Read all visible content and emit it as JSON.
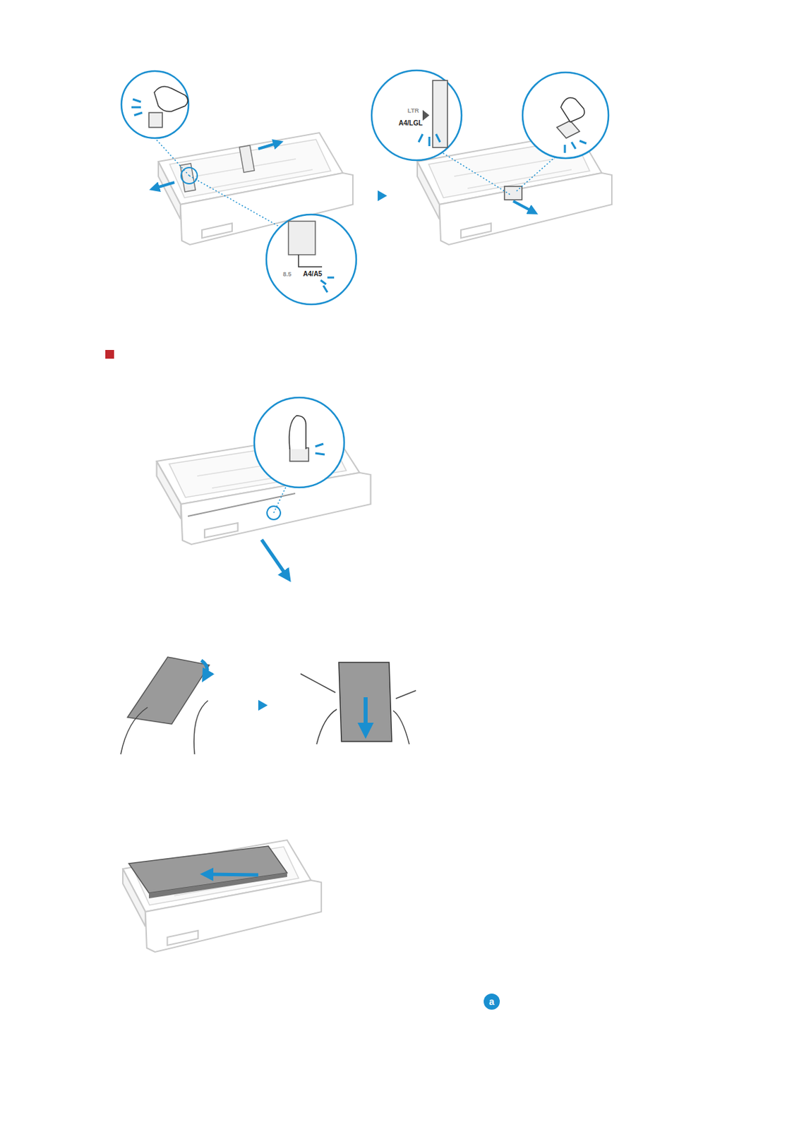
{
  "diagram": {
    "labels": [
      "LTR",
      "A4/LGL",
      "8.5",
      "A4/A5",
      "a"
    ]
  }
}
